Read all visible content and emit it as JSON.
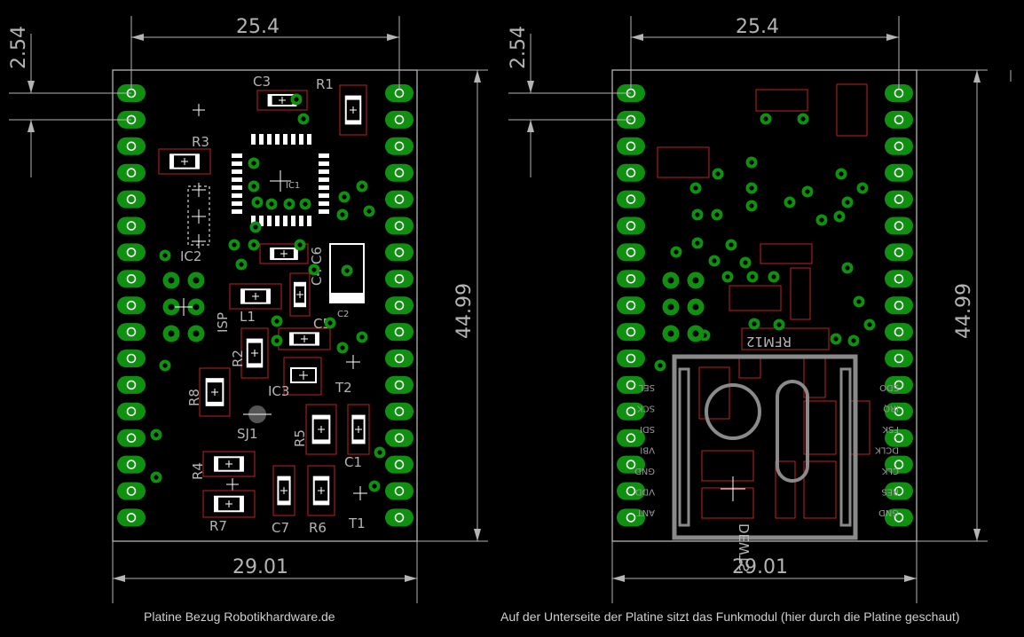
{
  "dimensions": {
    "pin_pitch": "2.54",
    "header_spacing": "25.4",
    "board_height": "44.99",
    "board_width": "29.01"
  },
  "captions": {
    "left": "Platine Bezug Robotikhardware.de",
    "right": "Auf der Unterseite der Platine sitzt das Funkmodul (hier durch die Platine geschaut)"
  },
  "top_components": [
    "C3",
    "R1",
    "R3",
    "IC1",
    "IC2",
    "C4",
    "C6",
    "C2",
    "ISP",
    "L1",
    "C5",
    "R2",
    "T2",
    "IC3",
    "R8",
    "SJ1",
    "R5",
    "C1",
    "R4",
    "R7",
    "C7",
    "R6",
    "T1"
  ],
  "rfm_module": {
    "name": "RFM12",
    "left_pins": [
      "SEL",
      "SCK",
      "SDI",
      "VBI",
      "GND",
      "VDD",
      "ANT"
    ],
    "right_pins": [
      "SDO",
      "IRQ",
      "FSK",
      "DCLK",
      "CLK",
      "RES",
      "GND"
    ]
  },
  "rfm_mark": "DEWTS",
  "colors": {
    "pad": "#109010",
    "outline": "#b4b4b4",
    "silk_red": "#c02020",
    "background": "#000000"
  }
}
